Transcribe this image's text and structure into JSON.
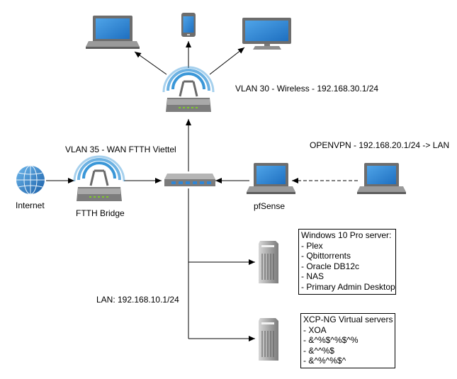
{
  "labels": {
    "vlan30": "VLAN 30 - Wireless - 192.168.30.1/24",
    "vlan35": "VLAN 35 - WAN FTTH Viettel",
    "openvpn": "OPENVPN - 192.168.20.1/24 -> LAN",
    "internet": "Internet",
    "ftth_bridge": "FTTH Bridge",
    "pfsense": "pfSense",
    "lan": "LAN: 192.168.10.1/24"
  },
  "windows_server": {
    "title": "Windows 10 Pro server:",
    "items": [
      "- Plex",
      "- Qbittorrents",
      "- Oracle DB12c",
      "- NAS",
      "- Primary Admin Desktop"
    ]
  },
  "xcp_server": {
    "title": "XCP-NG Virtual servers",
    "items": [
      "- XOA",
      "- &^%$^%$^%",
      "- &^^%$",
      "- &^%^%$^"
    ]
  },
  "icons": {
    "globe": "globe-icon",
    "ftth_router": "wireless-router-icon",
    "wifi_ap": "wireless-access-point-icon",
    "switch": "network-switch-icon",
    "pfsense": "laptop-icon",
    "vpn_client": "laptop-icon",
    "laptop": "laptop-icon",
    "phone": "smartphone-icon",
    "monitor": "monitor-icon",
    "server": "server-tower-icon"
  },
  "colors": {
    "screen_blue": "#2f86d6",
    "device_gray": "#8f8f8f",
    "wifi_blue": "#3a97d8",
    "led_green": "#7ec92c"
  }
}
